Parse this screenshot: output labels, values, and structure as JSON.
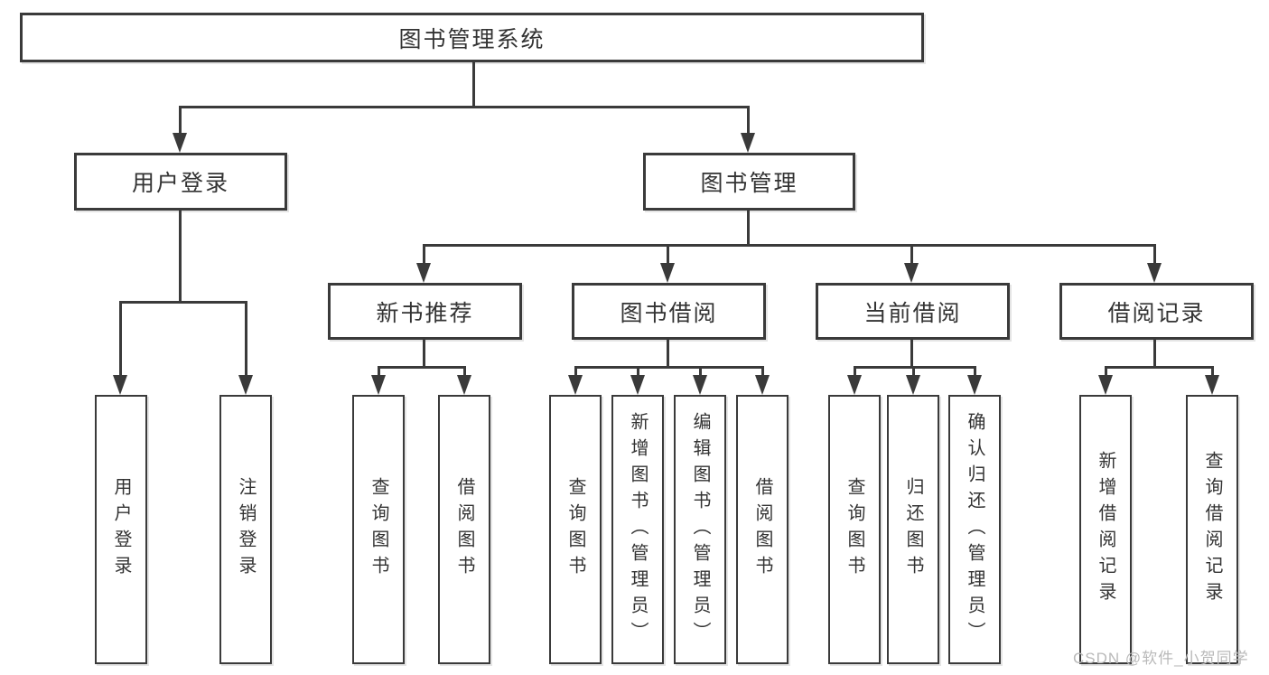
{
  "colors": {
    "line": "#3a3a3a",
    "text": "#333333",
    "watermark_text": "#b9b9b9",
    "background": "#ffffff"
  },
  "watermark": "CSDN @软件_小贺同学",
  "diagram": {
    "type": "hierarchy-tree",
    "root": {
      "label": "图书管理系统",
      "children": [
        {
          "label": "用户登录",
          "children": [
            {
              "label": "用户登录"
            },
            {
              "label": "注销登录"
            }
          ]
        },
        {
          "label": "图书管理",
          "children": [
            {
              "label": "新书推荐",
              "children": [
                {
                  "label": "查询图书"
                },
                {
                  "label": "借阅图书"
                }
              ]
            },
            {
              "label": "图书借阅",
              "children": [
                {
                  "label": "查询图书"
                },
                {
                  "label": "新增图书（管理员）"
                },
                {
                  "label": "编辑图书（管理员）"
                },
                {
                  "label": "借阅图书"
                }
              ]
            },
            {
              "label": "当前借阅",
              "children": [
                {
                  "label": "查询图书"
                },
                {
                  "label": "归还图书"
                },
                {
                  "label": "确认归还（管理员）"
                }
              ]
            },
            {
              "label": "借阅记录",
              "children": [
                {
                  "label": "新增借阅记录"
                },
                {
                  "label": "查询借阅记录"
                }
              ]
            }
          ]
        }
      ]
    }
  }
}
